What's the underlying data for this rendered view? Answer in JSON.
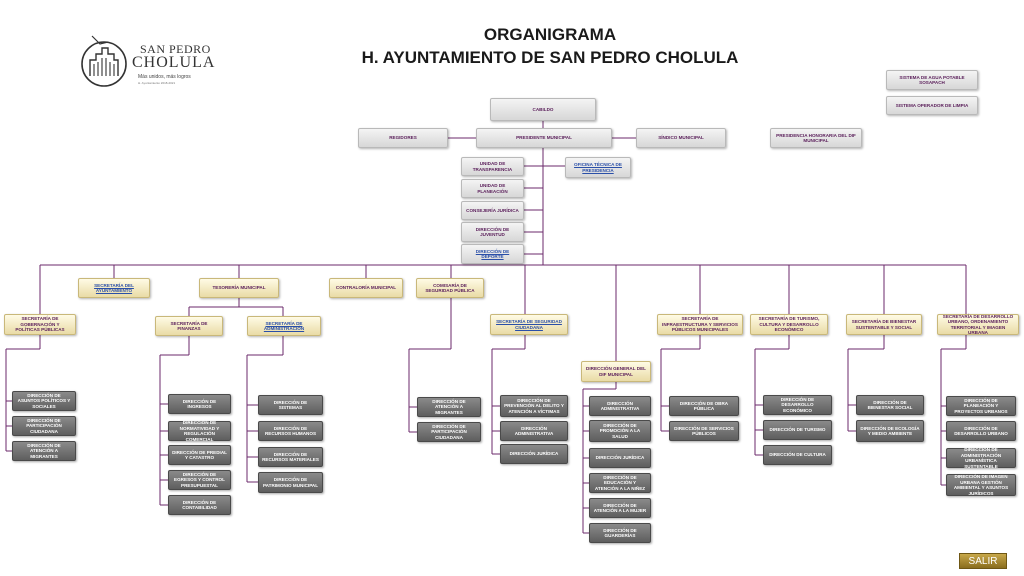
{
  "header": {
    "title_line1": "ORGANIGRAMA",
    "title_line2": "H. AYUNTAMIENTO DE SAN PEDRO CHOLULA"
  },
  "logo": {
    "line1": "SAN PEDRO",
    "line2": "CHOLULA",
    "tagline": "Más unidos, más logros",
    "sub": "H. Ayuntamiento 2018-2021"
  },
  "top_right": {
    "sosapach": "SISTEMA DE AGUA POTABLE SOSAPACH",
    "limpia": "SISTEMA OPERADOR DE LIMPIA"
  },
  "top": {
    "cabildo": "CABILDO",
    "regidores": "REGIDORES",
    "presidente": "PRESIDENTE MUNICIPAL",
    "sindico": "SÍNDICO MUNICIPAL",
    "dif": "PRESIDENCIA HONORARIA DEL DIF MUNICIPAL"
  },
  "staff": {
    "transparencia": "UNIDAD DE TRANSPARENCIA",
    "oficina": "OFICINA TÉCNICA DE PRESIDENCIA",
    "planeacion": "UNIDAD DE PLANEACIÓN",
    "consejeria": "CONSEJERÍA JURÍDICA",
    "juventud": "DIRECCIÓN DE JUVENTUD",
    "deporte": "DIRECCIÓN DE DEPORTE"
  },
  "row1": {
    "sec_ayuntamiento": "SECRETARÍA DEL AYUNTAMIENTO",
    "tesoreria": "TESORERÍA MUNICIPAL",
    "contraloria": "CONTRALORÍA MUNICIPAL",
    "comisaria": "COMISARÍA DE SEGURIDAD PÚBLICA"
  },
  "row2": {
    "gobernacion": "SECRETARÍA DE GOBERNACIÓN Y POLÍTICAS PÚBLICAS",
    "finanzas": "SECRETARÍA DE FINANZAS",
    "administracion": "SECRETARÍA DE ADMINISTRACIÓN",
    "seg_ciudadana": "SECRETARÍA DE SEGURIDAD CIUDADANA",
    "infraestructura": "SECRETARÍA DE INFRAESTRUCTURA Y SERVICIOS PÚBLICOS MUNICIPALES",
    "turismo": "SECRETARÍA DE TURISMO, CULTURA Y DESARROLLO ECONÓMICO",
    "bienestar": "SECRETARÍA DE BIENESTAR SUSTENTABLE Y SOCIAL",
    "urbano": "SECRETARÍA DE DESARROLLO URBANO, ORDENAMIENTO TERRITORIAL Y IMAGEN URBANA",
    "dif_dir": "DIRECCIÓN GENERAL DEL DIF MUNICIPAL"
  },
  "leaves": {
    "gob1": "DIRECCIÓN DE ASUNTOS POLÍTICOS Y SOCIALES",
    "gob2": "DIRECCIÓN DE PARTICIPACIÓN CIUDADANA",
    "gob3": "DIRECCIÓN DE ATENCIÓN A MIGRANTES",
    "fin1": "DIRECCIÓN DE INGRESOS",
    "fin2": "DIRECCIÓN DE NORMATIVIDAD Y REGULACIÓN COMERCIAL",
    "fin3": "DIRECCIÓN DE PREDIAL Y CATASTRO",
    "fin4": "DIRECCIÓN DE EGRESOS Y CONTROL PRESUPUESTAL",
    "fin5": "DIRECCIÓN DE CONTABILIDAD",
    "adm1": "DIRECCIÓN DE SISTEMAS",
    "adm2": "DIRECCIÓN DE RECURSOS HUMANOS",
    "adm3": "DIRECCIÓN DE RECURSOS MATERIALES",
    "adm4": "DIRECCIÓN DE PATRIMONIO MUNICIPAL",
    "com1": "DIRECCIÓN DE ATENCIÓN A MIGRANTES",
    "com2": "DIRECCIÓN DE PARTICIPACIÓN CIUDADANA",
    "seg1": "DIRECCIÓN DE PREVENCIÓN AL DELITO Y ATENCIÓN A VÍCTIMAS",
    "seg2": "DIRECCIÓN ADMINISTRATIVA",
    "seg3": "DIRECCIÓN JURÍDICA",
    "dif1": "DIRECCIÓN ADMINISTRATIVA",
    "dif2": "DIRECCIÓN DE PROMOCIÓN A LA SALUD",
    "dif3": "DIRECCIÓN JURÍDICA",
    "dif4": "DIRECCIÓN DE EDUCACIÓN Y ATENCIÓN A LA NIÑEZ",
    "dif5": "DIRECCIÓN DE ATENCIÓN A LA MUJER",
    "dif6": "DIRECCIÓN DE GUARDERÍAS",
    "inf1": "DIRECCIÓN DE OBRA PÚBLICA",
    "inf2": "DIRECCIÓN DE SERVICIOS PÚBLICOS",
    "tur1": "DIRECCIÓN DE DESARROLLO ECONÓMICO",
    "tur2": "DIRECCIÓN DE TURISMO",
    "tur3": "DIRECCIÓN DE CULTURA",
    "bie1": "DIRECCIÓN DE BIENESTAR SOCIAL",
    "bie2": "DIRECCIÓN DE ECOLOGÍA Y MEDIO AMBIENTE",
    "urb1": "DIRECCIÓN DE PLANEACIÓN Y PROYECTOS URBANOS",
    "urb2": "DIRECCIÓN DE DESARROLLO URBANO",
    "urb3": "DIRECCIÓN DE ADMINISTRACIÓN URBANÍSTICA SUSTENTABLE",
    "urb4": "DIRECCIÓN DE IMAGEN URBANA GESTIÓN AMBIENTAL Y ASUNTOS JURÍDICOS"
  },
  "nav": {
    "salir": "SALIR"
  }
}
